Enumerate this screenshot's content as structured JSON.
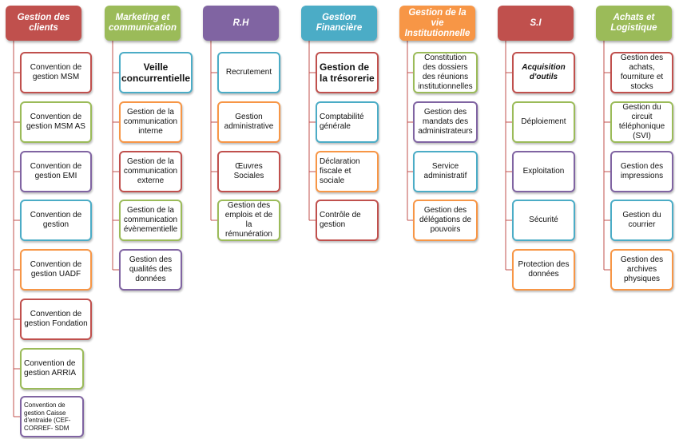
{
  "columns": [
    {
      "title": "Gestion des clients",
      "color": "#c0504d",
      "items": [
        {
          "label": "Convention de gestion MSM",
          "border": "#c0504d"
        },
        {
          "label": "Convention de gestion MSM  AS",
          "border": "#9bbb59"
        },
        {
          "label": "Convention de gestion EMI",
          "border": "#8064a2"
        },
        {
          "label": "Convention de gestion",
          "border": "#4bacc6"
        },
        {
          "label": "Convention de gestion UADF",
          "border": "#f79646"
        },
        {
          "label": "Convention de gestion Fondation",
          "border": "#c0504d"
        },
        {
          "label": "Convention de gestion ARRIA",
          "border": "#9bbb59"
        },
        {
          "label": "Convention de gestion Caisse d'entraide (CEF-CORREF- SDM",
          "border": "#8064a2"
        }
      ]
    },
    {
      "title": "Marketing et communication",
      "color": "#9bbb59",
      "items": [
        {
          "label": "Veille concurrentielle",
          "border": "#4bacc6"
        },
        {
          "label": "Gestion de la communication interne",
          "border": "#f79646"
        },
        {
          "label": "Gestion de la communication externe",
          "border": "#c0504d"
        },
        {
          "label": "Gestion de la communication évènementielle",
          "border": "#9bbb59"
        },
        {
          "label": "Gestion des qualités des données",
          "border": "#8064a2"
        }
      ]
    },
    {
      "title": "R.H",
      "color": "#8064a2",
      "items": [
        {
          "label": "Recrutement",
          "border": "#4bacc6"
        },
        {
          "label": "Gestion administrative",
          "border": "#f79646"
        },
        {
          "label": "Œuvres Sociales",
          "border": "#c0504d"
        },
        {
          "label": "Gestion des emplois et de la rémunération",
          "border": "#9bbb59"
        }
      ]
    },
    {
      "title": "Gestion Financière",
      "color": "#4bacc6",
      "items": [
        {
          "label": "Gestion de la trésorerie",
          "border": "#c0504d"
        },
        {
          "label": "Comptabilité générale",
          "border": "#4bacc6"
        },
        {
          "label": "Déclaration fiscale et sociale",
          "border": "#f79646"
        },
        {
          "label": "Contrôle de gestion",
          "border": "#c0504d"
        }
      ]
    },
    {
      "title": "Gestion de la vie Institutionnelle",
      "color": "#f79646",
      "items": [
        {
          "label": "Constitution des dossiers des réunions institutionnelles",
          "border": "#9bbb59"
        },
        {
          "label": "Gestion des mandats des administrateurs",
          "border": "#8064a2"
        },
        {
          "label": "Service administratif",
          "border": "#4bacc6"
        },
        {
          "label": "Gestion des délégations de pouvoirs",
          "border": "#f79646"
        }
      ]
    },
    {
      "title": "S.I",
      "color": "#c0504d",
      "items": [
        {
          "label": "Acquisition d'outils",
          "border": "#c0504d"
        },
        {
          "label": "Déploiement",
          "border": "#9bbb59"
        },
        {
          "label": "Exploitation",
          "border": "#8064a2"
        },
        {
          "label": "Sécurité",
          "border": "#4bacc6"
        },
        {
          "label": "Protection des données",
          "border": "#f79646"
        }
      ]
    },
    {
      "title": "Achats  et Logistique",
      "color": "#9bbb59",
      "items": [
        {
          "label": "Gestion des achats, fourniture et stocks",
          "border": "#c0504d"
        },
        {
          "label": "Gestion du circuit téléphonique (SVI)",
          "border": "#9bbb59"
        },
        {
          "label": "Gestion des impressions",
          "border": "#8064a2"
        },
        {
          "label": "Gestion du courrier",
          "border": "#4bacc6"
        },
        {
          "label": "Gestion des archives physiques",
          "border": "#f79646"
        }
      ]
    }
  ]
}
